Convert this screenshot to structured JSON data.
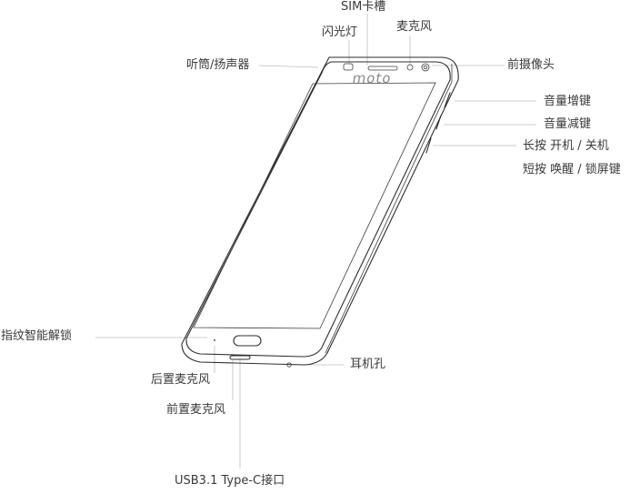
{
  "brand": "moto",
  "labels": {
    "sim": "SIM卡槽",
    "flash": "闪光灯",
    "mic_top": "麦克风",
    "earpiece": "听筒/扬声器",
    "front_camera": "前摄像头",
    "vol_up": "音量增键",
    "vol_down": "音量减键",
    "power_long": "长按 开机 / 关机",
    "power_short": "短按 唤醒 / 锁屏键",
    "fingerprint": "指纹智能解锁",
    "headphone": "耳机孔",
    "rear_mic": "后置麦克风",
    "front_mic": "前置麦克风",
    "usb": "USB3.1 Type-C接口"
  }
}
